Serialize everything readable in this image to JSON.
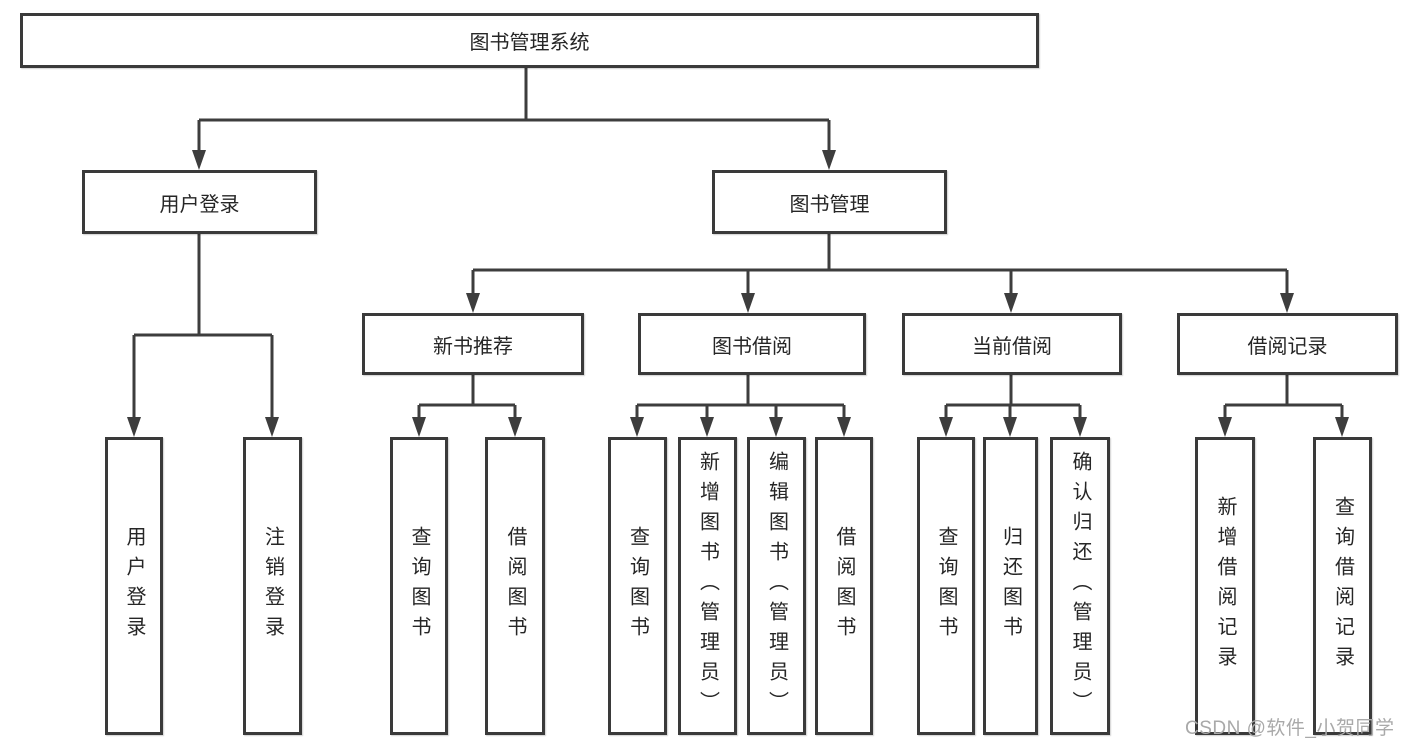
{
  "tree": {
    "label": "图书管理系统",
    "children": [
      {
        "label": "用户登录",
        "children": [
          {
            "label": "用户登录"
          },
          {
            "label": "注销登录"
          }
        ]
      },
      {
        "label": "图书管理",
        "children": [
          {
            "label": "新书推荐",
            "children": [
              {
                "label": "查询图书"
              },
              {
                "label": "借阅图书"
              }
            ]
          },
          {
            "label": "图书借阅",
            "children": [
              {
                "label": "查询图书"
              },
              {
                "label": "新增图书（管理员）"
              },
              {
                "label": "编辑图书（管理员）"
              },
              {
                "label": "借阅图书"
              }
            ]
          },
          {
            "label": "当前借阅",
            "children": [
              {
                "label": "查询图书"
              },
              {
                "label": "归还图书"
              },
              {
                "label": "确认归还（管理员）"
              }
            ]
          },
          {
            "label": "借阅记录",
            "children": [
              {
                "label": "新增借阅记录"
              },
              {
                "label": "查询借阅记录"
              }
            ]
          }
        ]
      }
    ]
  },
  "watermark": "CSDN @软件_小贺同学",
  "colors": {
    "line": "#3d3d3d",
    "box_border": "#3a3a3a",
    "text": "#262626",
    "background": "#ffffff",
    "watermark": "#a9a9a9"
  }
}
